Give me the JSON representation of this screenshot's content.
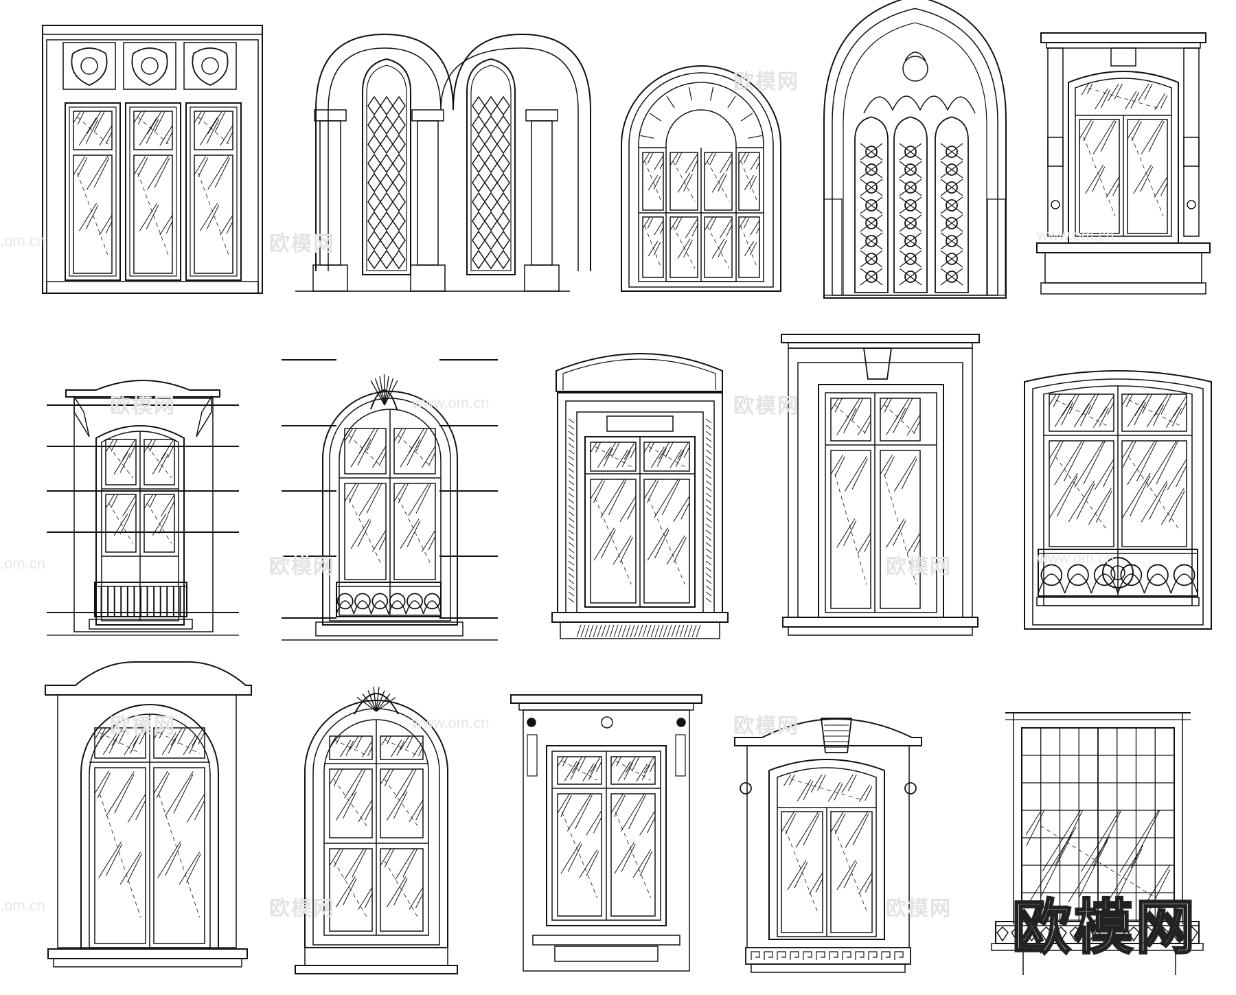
{
  "watermark": {
    "brand": "欧模网",
    "url": ".om.cn",
    "url_full": "www.om.cn"
  },
  "sheet": {
    "rows": 3,
    "columns": 5,
    "style": "black line drawing on white",
    "line_color": "#111111",
    "background": "#ffffff"
  },
  "windows": [
    {
      "id": "w1",
      "style": "triple-panel",
      "top": "ornamental cartouches"
    },
    {
      "id": "w2",
      "style": "twin-gothic-arch"
    },
    {
      "id": "w3",
      "style": "round-arch"
    },
    {
      "id": "w4",
      "style": "gothic-tracery"
    },
    {
      "id": "w5",
      "style": "segmental-arch with pilasters"
    },
    {
      "id": "w6",
      "style": "segmental-arch with pediment",
      "railing": "vertical bars"
    },
    {
      "id": "w7",
      "style": "round-arch with shell crest",
      "railing": "scroll"
    },
    {
      "id": "w8",
      "style": "segmental pediment with framed surround"
    },
    {
      "id": "w9",
      "style": "flat cornice with keystone"
    },
    {
      "id": "w10",
      "style": "segmental-arch",
      "railing": "scroll"
    },
    {
      "id": "w11",
      "style": "round-arch with cornice"
    },
    {
      "id": "w12",
      "style": "round-arch with shell crest"
    },
    {
      "id": "w13",
      "style": "flat cornice with rosettes"
    },
    {
      "id": "w14",
      "style": "segmental-arch with keystone",
      "sill": "greek key"
    },
    {
      "id": "w15",
      "style": "grid casement",
      "railing": "lattice"
    }
  ]
}
